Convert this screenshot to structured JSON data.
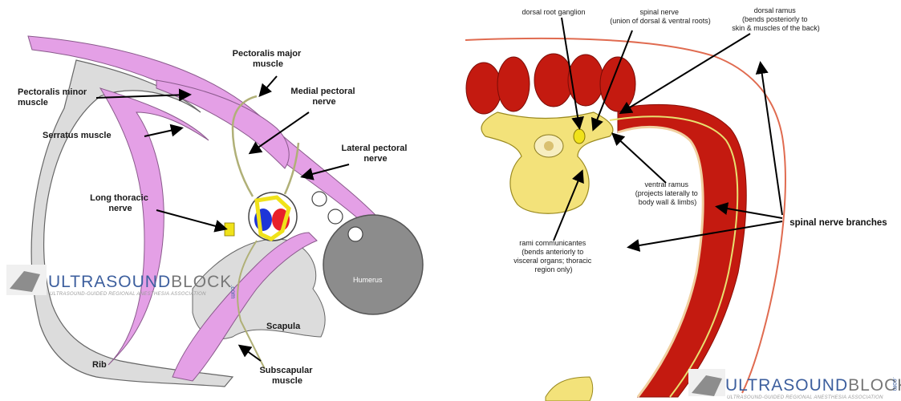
{
  "colors": {
    "muscle_pink": "#e4a0e6",
    "muscle_pink_light": "#f1c7f2",
    "bone_gray": "#dcdcdc",
    "humerus_gray": "#8c8c8c",
    "nerve_olive": "#b0b077",
    "artery_red": "#e8202a",
    "vein_blue": "#1e35d8",
    "nerve_yellow": "#f0e21a",
    "muscle_red": "#c41a10",
    "vertebra_yellow": "#f3e27a",
    "watermark_blue": "#3d5f9e",
    "watermark_gray": "#777777"
  },
  "left_diagram": {
    "labels": {
      "pectoralis_major": "Pectoralis major muscle",
      "medial_pectoral": "Medial pectoral nerve",
      "pectoralis_minor": "Pectoralis minor muscle",
      "serratus": "Serratus muscle",
      "lateral_pectoral": "Lateral pectoral nerve",
      "long_thoracic": "Long thoracic nerve",
      "humerus": "Humerus",
      "scapula": "Scapula",
      "rib": "Rib",
      "subscapular": "Subscapular muscle"
    }
  },
  "right_diagram": {
    "labels": {
      "dorsal_root_ganglion": "dorsal root ganglion",
      "spinal_nerve": "spinal nerve (union of dorsal & ventral roots)",
      "dorsal_ramus": "dorsal ramus (bends posteriorly to skin & muscles of the back)",
      "ventral_ramus": "ventral ramus (projects laterally to body wall & limbs)",
      "rami_communicantes": "rami communicantes (bends anteriorly to visceral organs; thoracic region only)",
      "spinal_nerve_branches": "spinal nerve branches"
    }
  },
  "watermark": {
    "brand_part1": "ULTRASOUND",
    "brand_part2": "BLOCK",
    "suffix": ".com",
    "tagline": "ULTRASOUND-GUIDED REGIONAL ANESTHESIA ASSOCIATION"
  }
}
